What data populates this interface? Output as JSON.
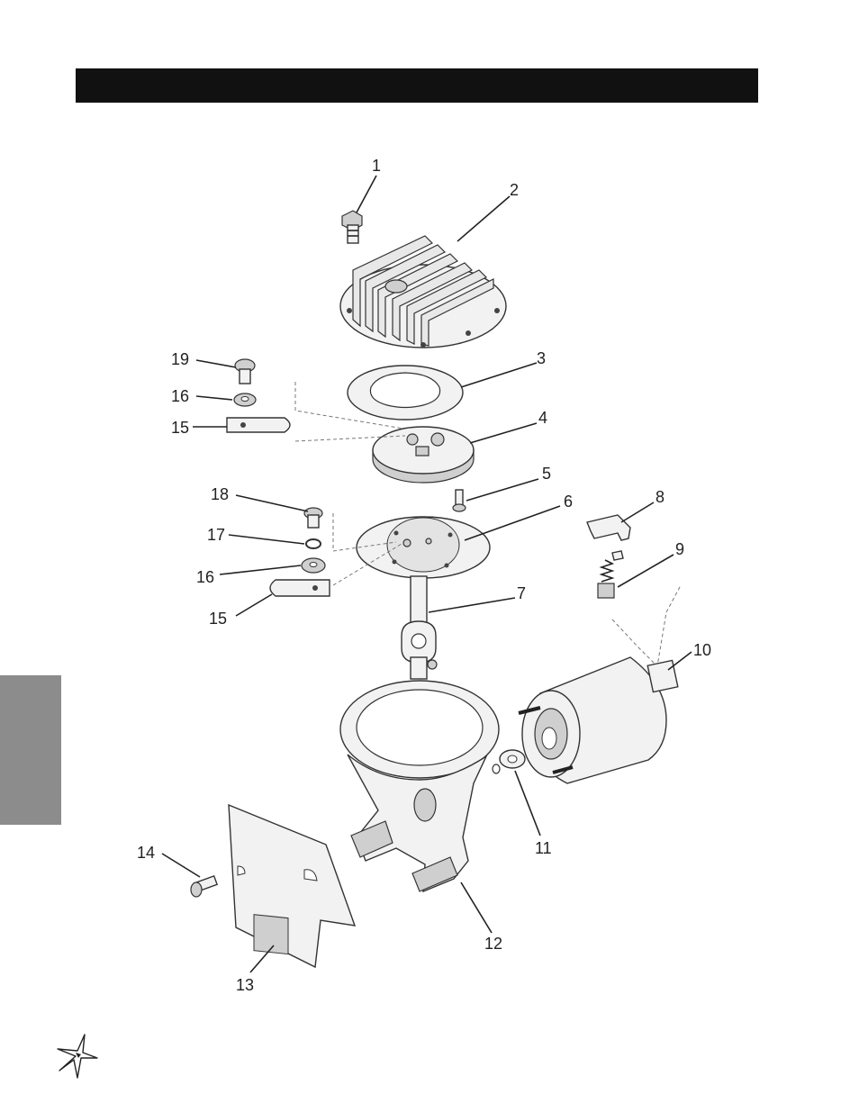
{
  "header": {
    "bar_color": "#111111"
  },
  "side_tab": {
    "color": "#8c8c8c"
  },
  "callouts": [
    "1",
    "2",
    "3",
    "4",
    "5",
    "6",
    "7",
    "8",
    "9",
    "10",
    "11",
    "12",
    "13",
    "14",
    "15",
    "16",
    "17",
    "18",
    "19"
  ],
  "callouts_repeat": {
    "15b": "15",
    "16b": "16"
  },
  "icons": {
    "logo": "star-burst-logo-icon"
  }
}
